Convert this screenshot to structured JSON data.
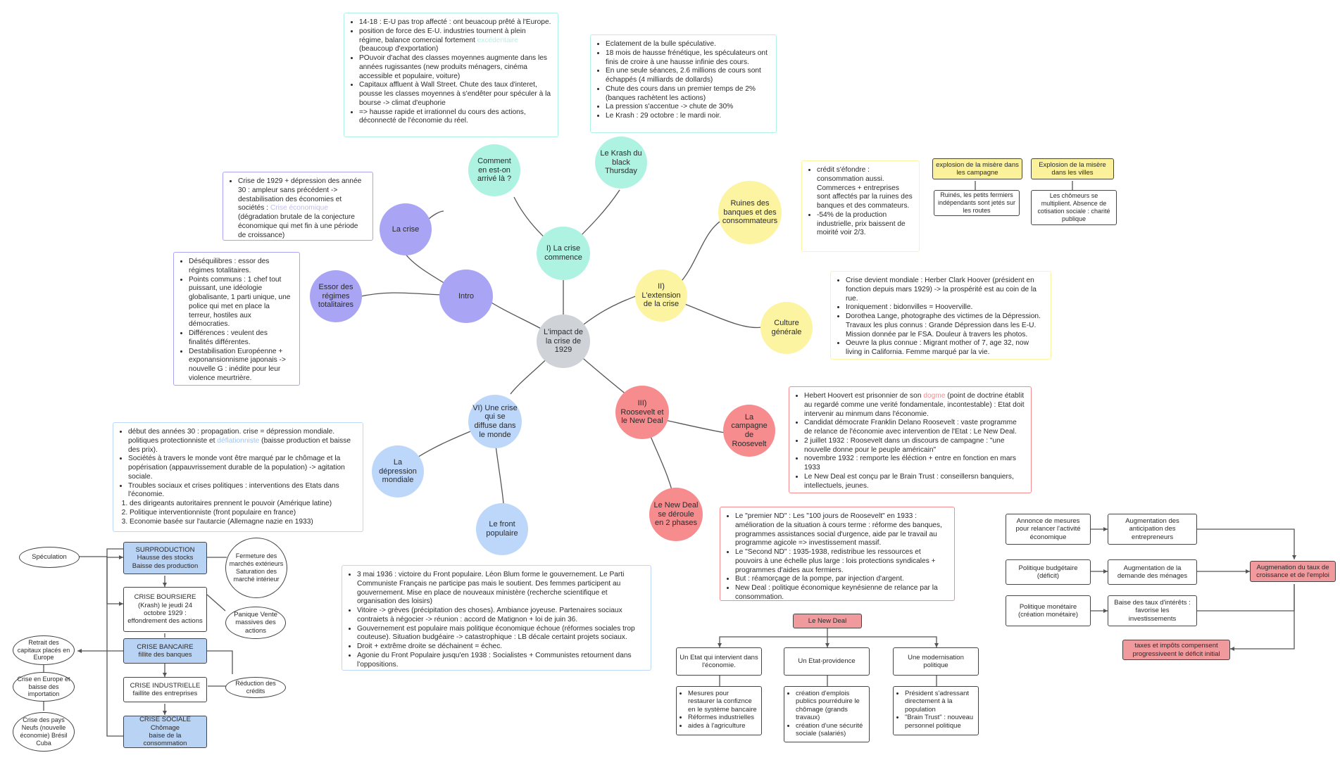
{
  "colors": {
    "intro": "#a9a4f4",
    "crise": "#aef3e2",
    "extension": "#fcf4a0",
    "roosevelt": "#f78c8f",
    "diffuse": "#bdd7fa",
    "center": "#cfd3d8"
  },
  "center": "L'impact de la crise de 1929",
  "branches": {
    "intro": {
      "label": "Intro",
      "children": [
        "La crise",
        "Essor des régimes totalitaires"
      ],
      "crise_note": [
        "Crise de 1929 + dépression des année 30 : ampleur sans précédent -> destabilisation des économies et sociétés : ",
        "Crise économique",
        " (dégradation brutale de la conjecture économique qui met fin à une période de croissance)"
      ],
      "essor_note": [
        "Déséquilibres : essor des régimes totalitaires.",
        "Points communs : 1 chef tout puissant, une idéologie globalisante, 1 parti unique, une police qui met en place la terreur, hostiles aux démocraties.",
        "Différences : veulent des finalités différentes.",
        "Destabilisation Européenne + exponansionnisme japonais -> nouvelle G : inédite pour leur violence meurtrière."
      ]
    },
    "crise": {
      "label": "I) La crise commence",
      "children": [
        "Comment en est-on arrivé là ?",
        "Le Krash du black Thursday"
      ],
      "comment_note": [
        "14-18 : E-U pas trop affecté : ont beuacoup prêté à l'Europe.",
        "position de force des E-U. industries tournent à plein régime, balance comercial fortement ",
        "excédentaire",
        " (beaucoup d'exportation)",
        "POuvoir d'achat des classes moyennes augmente dans les années rugissantes (new produits ménagers, cinéma accessible et populaire, voiture)",
        "Capitaux affluent à Wall Street. Chute des taux d'interet, pousse les classes moyennes à s'endêter pour spéculer à la bourse -> climat d'euphorie",
        "=> hausse rapide et irrationnel du cours des actions, déconnecté de l'économie du réel."
      ],
      "krash_note": [
        "Eclatement de la bulle spéculative.",
        "18 mois de hausse frénétique, les spéculateurs ont finis de croire à une hausse infinie des cours.",
        "En une seule séances, 2.6 millions de cours sont échappés (4 milliards de dollards)",
        "Chute des cours dans un premier temps de 2% (banques rachètent les actions)",
        "La pression s'accentue -> chute de 30%",
        "Le Krash : 29 octobre : le mardi noir."
      ]
    },
    "extension": {
      "label": "II) L'extension de la crise",
      "children": [
        "Ruines des banques et des consommateurs",
        "Culture générale"
      ],
      "ruines_note": [
        "crédit s'éfondre : consommation aussi. Commerces + entreprises sont affectés par la ruines des banques et des commateurs.",
        "-54% de la production industrielle, prix baissent de moirité voir 2/3."
      ],
      "misere": [
        {
          "title": "explosion de la misère dans les campagne",
          "text": "Ruinés, les petits fermiers indépendants sont jetés sur les routes"
        },
        {
          "title": "Explosion de la misère dans les villes",
          "text": "Les chômeurs se multiplient. Absence de cotisation sociale : charité publique"
        }
      ],
      "culture_note": [
        "Crise devient mondiale : Herber Clark Hoover (président en fonction depuis mars 1929) -> la prospérité est au coin de la rue.",
        "Ironiquement : bidonvilles = Hooverville.",
        "Dorothea Lange, photographe des victimes de la Dépression. Travaux les plus connus : Grande Dépression dans les E-U. Mission donnée par le FSA. Douleur à travers les photos.",
        "Oeuvre la plus connue : Migrant mother of 7, age 32, now living in California. Femme marqué par la vie."
      ]
    },
    "roosevelt": {
      "label": "III) Roosevelt et le New Deal",
      "children": [
        "La campagne de Roosevelt",
        "Le New Deal se déroule en 2 phases"
      ],
      "campagne_note": [
        "Hebert Hoovert est prisonnier de son ",
        "dogme",
        " (point de doctrine établit au regardé comme une verité fondamentale, incontestable) : Etat doit intervenir au minmum dans l'économie.",
        "Candidat démocrate Franklin Delano Roosevelt : vaste programme de relance de l'économie avec intervention de l'Etat : Le New Deal.",
        "2 juillet 1932 : Roosevelt dans un discours de campagne : \"une nouvelle donne pour le peuple américain\"",
        "novembre 1932 : remporte les éléction + entre en fonction en mars 1933",
        "Le New Deal est conçu par le Brain Trust : conseillersn banquiers, intellectuels, jeunes."
      ],
      "phases_note": [
        "Le \"premier ND\" : Les \"100 jours de Roosevelt\" en 1933 : amélioration de la situation à cours terme  : réforme des banques, programmes assistances social d'urgence, aide par le travail au programme agicole => investissement massif.",
        "Le \"Second ND\" : 1935-1938, redistribue les ressources et pouvoirs à une échelle plus large : lois protections syndicales + programmes d'aides aux fermiers.",
        "But : réamorçage de la pompe, par injection d'argent.",
        "New Deal : politique économique keynésienne de relance par la consommation."
      ]
    },
    "diffuse": {
      "label": "VI) Une crise qui se diffuse dans le monde",
      "children": [
        "La dépression mondiale",
        "Le front populaire"
      ],
      "depression_note": [
        "début des années 30 : propagation. crise = dépression mondiale. politiques protectionniste et ",
        "déflationniste",
        " (baisse production et baisse des prix).",
        "Sociétés à travers le monde vont être marqué par le chômage et la popérisation (appauvrissement durable de la population) -> agitation sociale.",
        "Troubles sociaux et crises politiques : interventions des Etats dans l'économie."
      ],
      "depression_list": [
        " des dirigeants autoritaires prennent le pouvoir (Amérique latine)",
        "Politique interventionniste (front populaire en france)",
        "Economie basée sur l'autarcie (Allemagne nazie en 1933)"
      ],
      "front_note": [
        "3 mai 1936 : victoire du Front populaire. Léon Blum forme le gouvernement. Le Parti Communiste Français ne participe pas mais le soutient. Des femmes participent au gouvernement. Mise en place de nouveaux ministère (recherche scientifique et organisation des loisirs)",
        "Vitoire -> grèves (précipitation des choses). Ambiance joyeuse. Partenaires sociaux contraiets à négocier -> réunion : accord de Matignon + loi de juin 36.",
        "Gouvernement est populaire mais politique économique échoue (réformes sociales trop couteuse). Situation budgéaire -> catastrophique : LB décale certaint projets sociaux.",
        "Droit + extrême droite se déchainent = échec.",
        "Agonie du Front Populaire jusqu'en 1938 : Socialistes + Communistes retournent dans l'oppositions."
      ]
    }
  },
  "flow": {
    "speculation": "Spéculation",
    "surproduction": [
      "SURPRODUCTION",
      "Hausse des stocks",
      "Baisse des production"
    ],
    "fermeture": "Fermeture des marchés extérieurs Saturation des marché intérieur",
    "boursiere": [
      "CRISE BOURSIERE",
      "(Krash) le jeudi 24 octobre 1929 :",
      "effondrement des actions"
    ],
    "panique": "Panique Vente massives des actions",
    "bancaire": [
      "CRISE BANCAIRE",
      "fillite des banques"
    ],
    "retrait": "Retrait des capitaux placés en Europe",
    "crise_europe": "Crise en Europe et baisse des importation",
    "crise_pays": "Crise des pays Neufs (nouvelle économie) Brésil Cuba",
    "industrielle": [
      "CRISE INDUSTRIELLE",
      "faillite des entreprises"
    ],
    "reduction": "Réduction des crédits",
    "sociale": [
      "CRISE SOCIALE",
      "Chômage",
      "baise de la consommation"
    ]
  },
  "newdeal_tree": {
    "root": "Le New Deal",
    "columns": [
      {
        "title": "Un Etat qui intervient dans l'économie.",
        "items": [
          "Mesures pour restaurer la confiznce en le système bancaire",
          "Réformes industrielles",
          "aides à l'agriculture"
        ]
      },
      {
        "title": "Un Etat-providence",
        "items": [
          "création d'emplois publics pourréduire le chômage (grands travaux)",
          "création d'une sécurité sociale (salariés)"
        ]
      },
      {
        "title": "Une modernisation politique",
        "items": [
          "Président s'adressant directement à la population",
          "\"Brain Trust\" : nouveau personnel politique"
        ]
      }
    ]
  },
  "keynes": {
    "left": [
      "Annonce de mesures pour relancer l'activité économique",
      "Politique budgétaire (déficit)",
      "Politique monétaire (création monétaire)"
    ],
    "right": [
      "Augmentation des anticipation des entrepreneurs",
      "Augmentation de la demande des ménages",
      "Baise des taux d'intérêts : favorise les investissements"
    ],
    "result": "Augmenation du taux de croissance et de l'emploi",
    "taxes": "taxes et impôts compensent progressiveent le déficit initial"
  }
}
